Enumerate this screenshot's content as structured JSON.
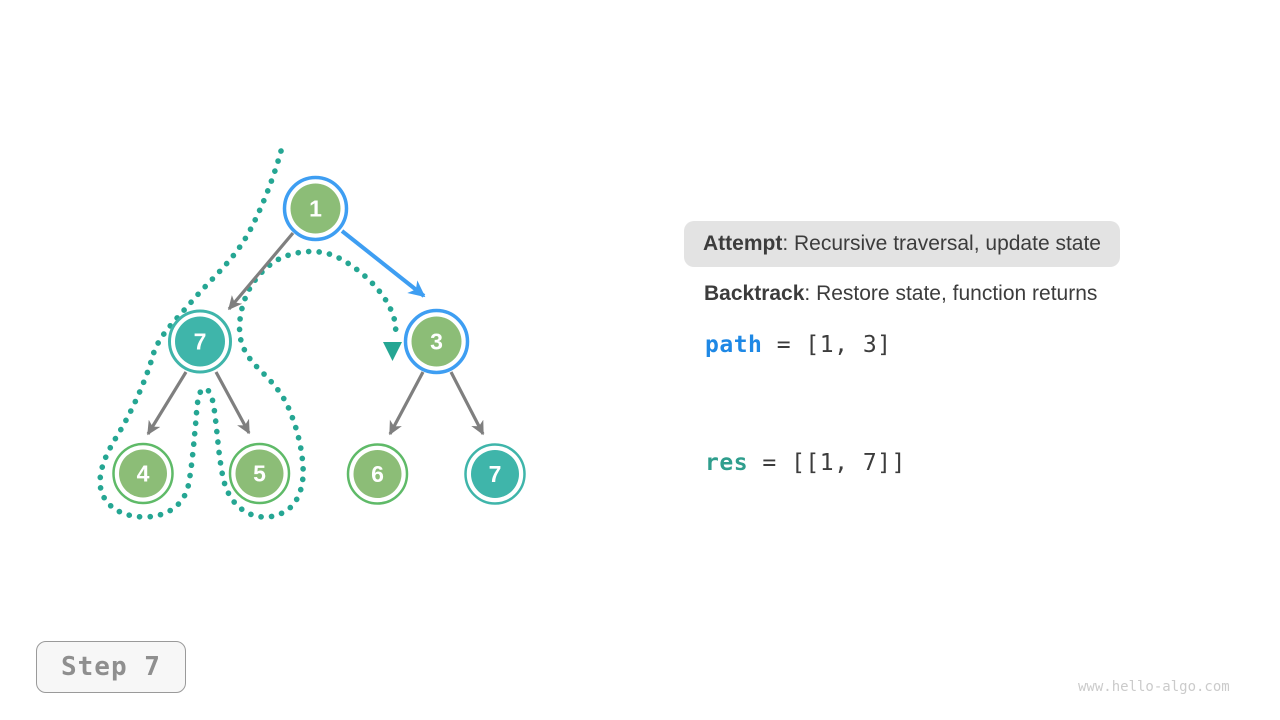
{
  "panel": {
    "attempt": {
      "label": "Attempt",
      "rest": ": Recursive traversal, update state"
    },
    "backtrack": {
      "label": "Backtrack",
      "rest": ": Restore state, function returns"
    },
    "path_line": {
      "keyword": "path",
      "rest": " = [1, 3]"
    },
    "res_line": {
      "keyword": "res",
      "rest": " = [[1, 7]]"
    }
  },
  "step_badge": {
    "label": "Step 7"
  },
  "watermark": {
    "text": "www.hello-algo.com"
  },
  "tree": {
    "nodes": [
      {
        "id": "root",
        "value": "1",
        "state": "active-blue-ring"
      },
      {
        "id": "left",
        "value": "7",
        "state": "in-path-teal"
      },
      {
        "id": "right",
        "value": "3",
        "state": "active-blue-ring"
      },
      {
        "id": "left-left",
        "value": "4",
        "state": "default-green"
      },
      {
        "id": "left-right",
        "value": "5",
        "state": "default-green"
      },
      {
        "id": "right-left",
        "value": "6",
        "state": "default-green"
      },
      {
        "id": "right-right",
        "value": "7",
        "state": "in-result-teal"
      }
    ],
    "edges": [
      {
        "from": "1",
        "to": "7",
        "style": "gray"
      },
      {
        "from": "1",
        "to": "3",
        "style": "blue-highlight"
      },
      {
        "from": "7",
        "to": "4",
        "style": "gray"
      },
      {
        "from": "7",
        "to": "5",
        "style": "gray"
      },
      {
        "from": "3",
        "to": "6",
        "style": "gray"
      },
      {
        "from": "3",
        "to": "7",
        "style": "gray"
      }
    ],
    "trace": {
      "description": "dotted teal traversal trace around nodes 7, 4, 5 ending with arrowhead at node 3"
    }
  },
  "colors": {
    "node_green": "#8cbd77",
    "node_green_ring": "#5fba68",
    "node_teal": "#3fb5aa",
    "active_blue": "#3e9ef2",
    "edge_gray": "#7f7f7f",
    "trace_teal": "#25a693",
    "keyword_blue": "#1e88e5",
    "keyword_teal": "#2f9e8d",
    "chip_bg": "#e3e3e3",
    "step_gray": "#8f8f8f",
    "text_dark": "#3c3c3c"
  }
}
